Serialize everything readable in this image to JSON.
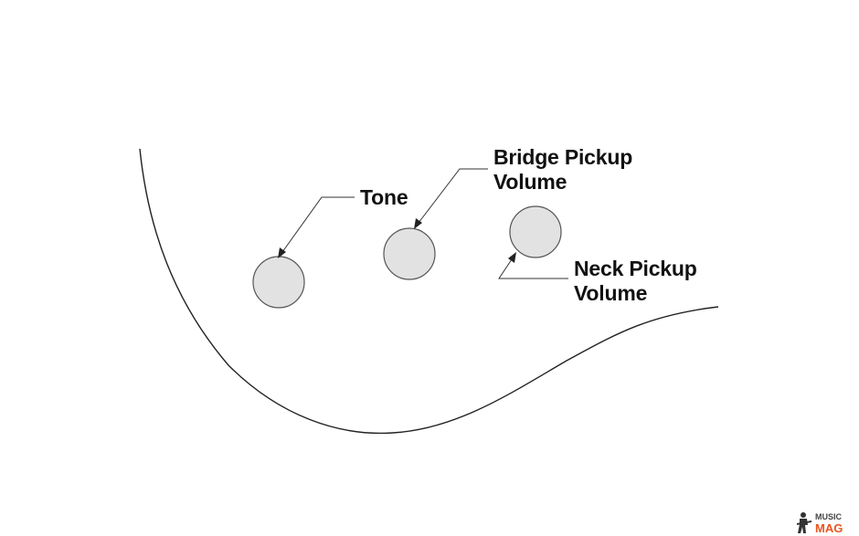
{
  "labels": {
    "tone": "Tone",
    "bridge_line1": "Bridge Pickup",
    "bridge_line2": "Volume",
    "neck_line1": "Neck Pickup",
    "neck_line2": "Volume"
  },
  "watermark": {
    "line1": "MUSIC",
    "line2": "MAG"
  },
  "colors": {
    "knob_fill": "#e2e2e2",
    "outline": "#222222",
    "text": "#111111",
    "watermark_accent": "#e8551e"
  }
}
